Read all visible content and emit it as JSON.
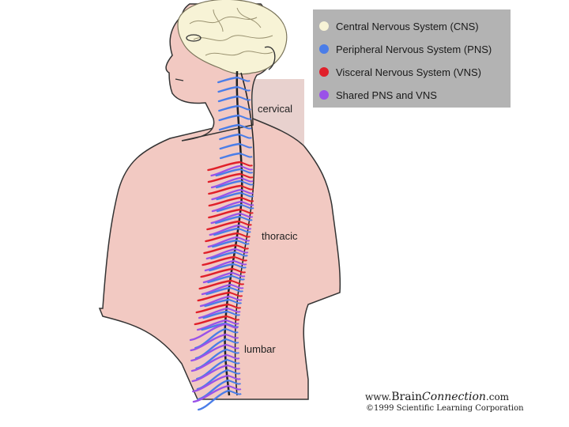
{
  "legend": {
    "items": [
      {
        "label": "Central Nervous System (CNS)",
        "color": "#f7f3d6"
      },
      {
        "label": "Peripheral Nervous System (PNS)",
        "color": "#4a7de8"
      },
      {
        "label": "Visceral Nervous System (VNS)",
        "color": "#e0202a"
      },
      {
        "label": "Shared PNS and VNS",
        "color": "#9a52e8"
      }
    ]
  },
  "regions": {
    "cervical": "cervical",
    "thoracic": "thoracic",
    "lumbar": "lumbar"
  },
  "credit": {
    "prefix": "www.",
    "brand": "Brain",
    "brand_italic": "Connection",
    "suffix": ".com",
    "copyright": "©1999 Scientific Learning Corporation"
  },
  "colors": {
    "skin": "#f2c9c2",
    "brain": "#f7f3d6",
    "pns": "#4a7de8",
    "vns": "#e0202a",
    "shared": "#9a52e8"
  }
}
